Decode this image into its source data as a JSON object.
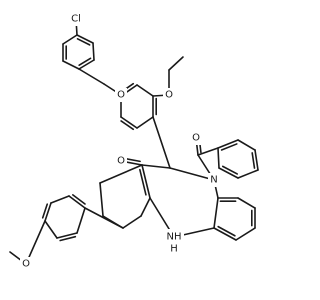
{
  "labels": {
    "cl": "Cl",
    "o_ether_top": "O",
    "o_ethoxy": "O",
    "o_amide": "O",
    "n_amide": "N",
    "o_ketone": "O",
    "nh": "NH",
    "h": "H",
    "o_methoxy": "O"
  },
  "colors": {
    "bond": "#1a1a1a",
    "background": "#ffffff"
  }
}
